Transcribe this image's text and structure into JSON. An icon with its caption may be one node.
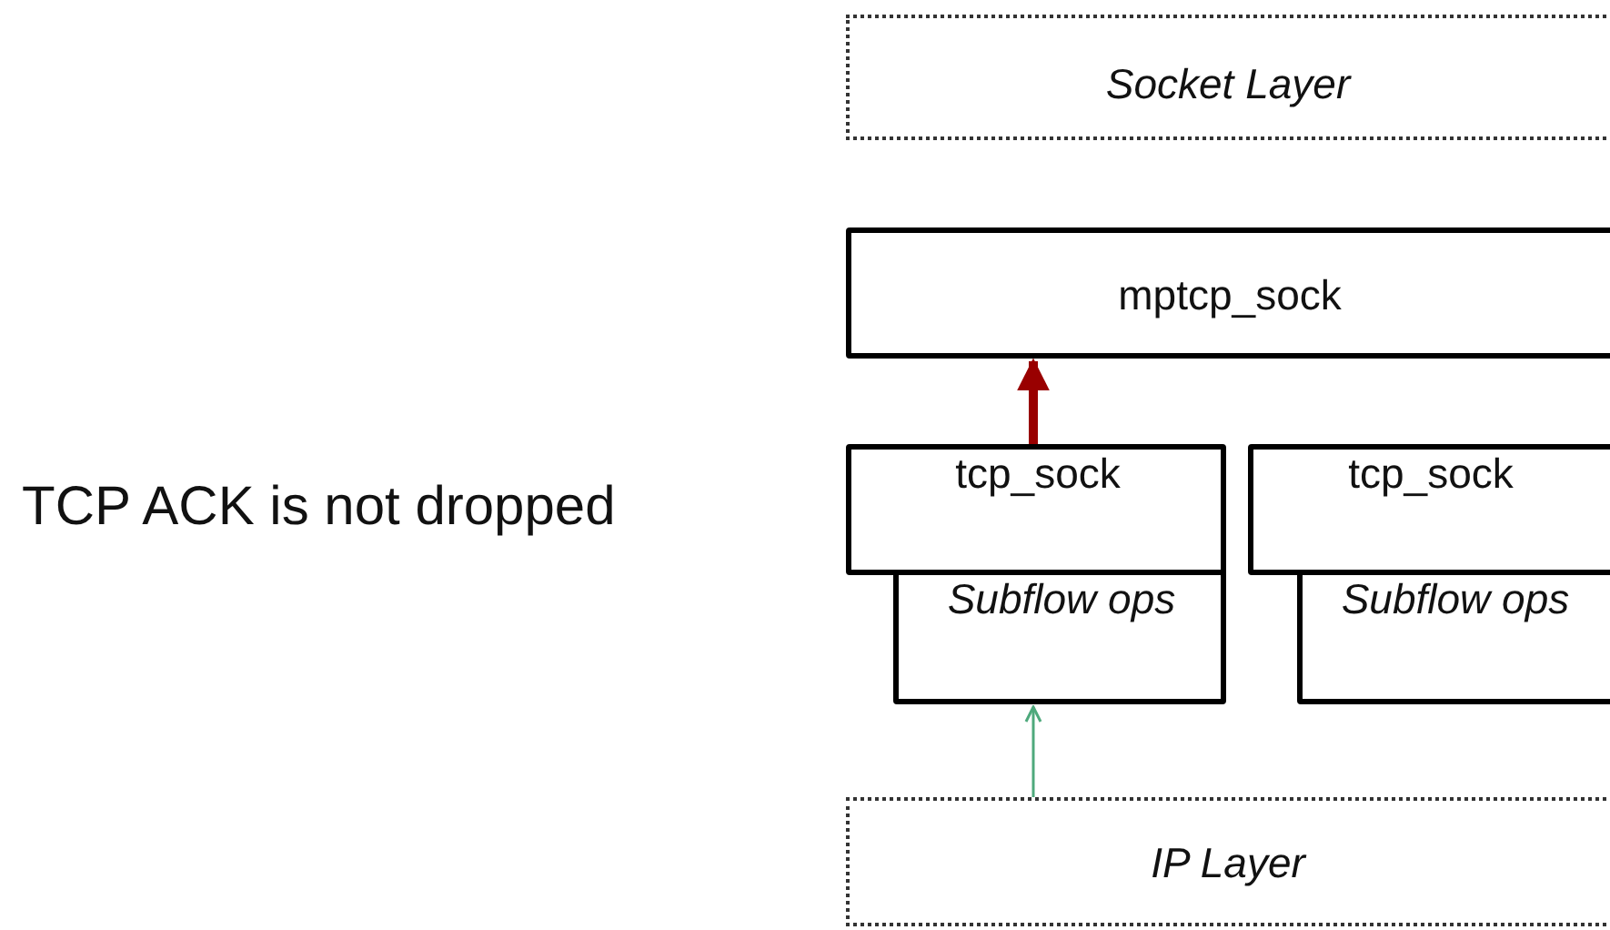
{
  "diagram": {
    "nodes": [
      {
        "text": [
          "Socket Layer"
        ]
      },
      {
        "text": [
          "mptcp_sock"
        ]
      },
      {
        "text": [
          "tcp_sock"
        ]
      },
      {
        "text": [
          "Subflow ops"
        ]
      },
      {
        "text": [
          "tcp_sock"
        ]
      },
      {
        "text": [
          "Subflow ops"
        ]
      },
      {
        "text": [
          "IP Layer"
        ]
      }
    ],
    "edges": [
      {
        "from": 2,
        "to": 1,
        "arrow": "to",
        "style": "thick",
        "color": "#990000"
      },
      {
        "from": 6,
        "to": 3,
        "arrow": "to",
        "color": "#4ea97c"
      }
    ],
    "labels": [
      "TCP ACK is not dropped"
    ]
  }
}
